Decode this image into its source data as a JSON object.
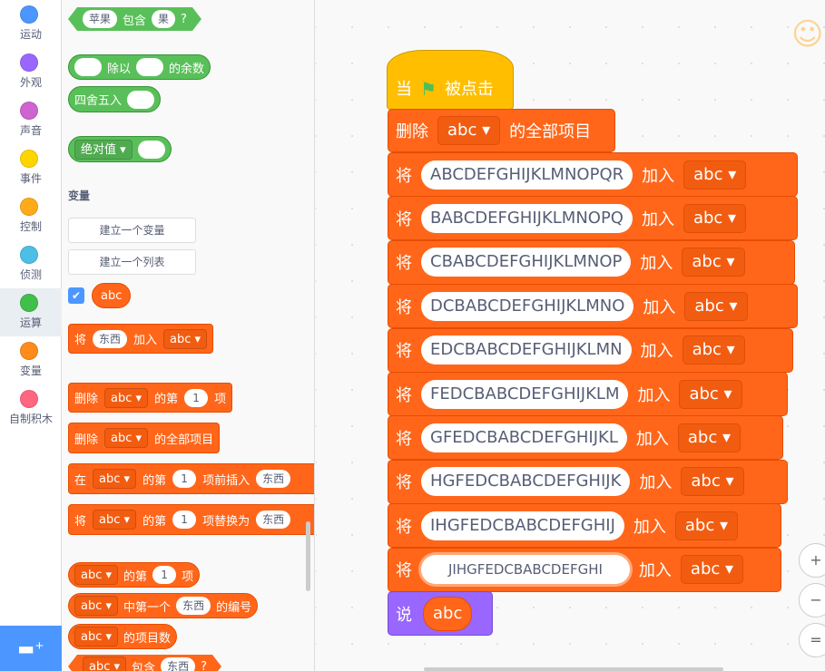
{
  "categories": [
    {
      "label": "运动",
      "color": "#4c97ff"
    },
    {
      "label": "外观",
      "color": "#9966ff"
    },
    {
      "label": "声音",
      "color": "#cf63cf"
    },
    {
      "label": "事件",
      "color": "#ffd500"
    },
    {
      "label": "控制",
      "color": "#ffab19"
    },
    {
      "label": "侦测",
      "color": "#4cbfe6"
    },
    {
      "label": "运算",
      "color": "#40bf4a",
      "selected": true
    },
    {
      "label": "变量",
      "color": "#ff8c1a"
    },
    {
      "label": "自制积木",
      "color": "#ff6680"
    }
  ],
  "palette": {
    "contains": {
      "a": "苹果",
      "op": "包含",
      "b": "果",
      "q": "?"
    },
    "mod": {
      "op": "除以",
      "suffix": "的余数"
    },
    "round": {
      "label": "四舍五入"
    },
    "abs": {
      "dropdown": "绝对值"
    },
    "variables_heading": "变量",
    "make_variable": "建立一个变量",
    "make_list": "建立一个列表",
    "list_name": "abc",
    "list_checked": true,
    "add": {
      "verb": "将",
      "item": "东西",
      "op": "加入",
      "list": "abc"
    },
    "delete_nth": {
      "verb": "删除",
      "list": "abc",
      "mid": "的第",
      "n": "1",
      "suffix": "项"
    },
    "delete_all": {
      "verb": "删除",
      "list": "abc",
      "suffix": "的全部项目"
    },
    "insert": {
      "verb": "在",
      "list": "abc",
      "mid": "的第",
      "n": "1",
      "op": "项前插入",
      "item": "东西"
    },
    "replace": {
      "verb": "将",
      "list": "abc",
      "mid": "的第",
      "n": "1",
      "op": "项替换为",
      "item": "东西"
    },
    "item_of": {
      "list": "abc",
      "mid": "的第",
      "n": "1",
      "suffix": "项"
    },
    "index_of": {
      "list": "abc",
      "mid": "中第一个",
      "item": "东西",
      "suffix": "的编号"
    },
    "length": {
      "list": "abc",
      "suffix": "的项目数"
    },
    "list_contains": {
      "list": "abc",
      "op": "包含",
      "item": "东西",
      "q": "?"
    }
  },
  "script": {
    "hat": {
      "when": "当",
      "clicked": "被点击"
    },
    "delete_all": {
      "verb": "删除",
      "list": "abc",
      "suffix": "的全部项目"
    },
    "add_verb": "将",
    "add_op": "加入",
    "add_list": "abc",
    "items": [
      "ABCDEFGHIJKLMNOPQR",
      "BABCDEFGHIJKLMNOPQ",
      "CBABCDEFGHIJKLMNOP",
      "DCBABCDEFGHIJKLMNO",
      "EDCBABCDEFGHIJKLMN",
      "FEDCBABCDEFGHIJKLM",
      "GFEDCBABCDEFGHIJKL",
      "HGFEDCBABCDEFGHIJK",
      "IHGFEDCBABCDEFGHIJ",
      "JIHGFEDCBABCDEFGHI"
    ],
    "say": {
      "verb": "说",
      "value": "abc"
    }
  },
  "colors": {
    "operators": "#59c059",
    "list": "#ff661a",
    "events": "#ffbf00",
    "looks": "#9966ff",
    "accent": "#4c97ff"
  },
  "zoom": {
    "in": "+",
    "out": "−",
    "reset": "="
  }
}
